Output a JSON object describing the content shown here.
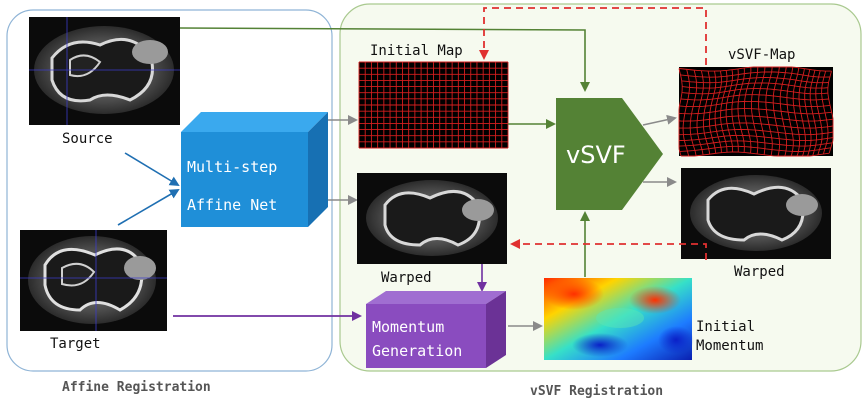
{
  "panels": {
    "affine_title": "Affine Registration",
    "vsvf_title": "vSVF Registration"
  },
  "images": {
    "source": "Source",
    "target": "Target",
    "initial_map": "Initial Map",
    "warped_center": "Warped",
    "vsvf_map": "vSVF-Map",
    "warped_right": "Warped",
    "initial_momentum_1": "Initial",
    "initial_momentum_2": "Momentum"
  },
  "blocks": {
    "affine_net_1": "Multi-step",
    "affine_net_2": "Affine Net",
    "momentum_1": "Momentum",
    "momentum_2": "Generation",
    "vsvf": "vSVF"
  },
  "colors": {
    "affine_panel_border": "#8fb4d6",
    "vsvf_panel_fill": "#f6faef",
    "vsvf_panel_border": "#a9c98f",
    "affine_net_front": "#1f8fd8",
    "affine_net_top": "#3aa9ee",
    "affine_net_side": "#1770b3",
    "momentum_front": "#8a4cbf",
    "momentum_top": "#a06ed1",
    "momentum_side": "#6b3296",
    "vsvf_block": "#548235",
    "arrow_blue": "#1f6fb2",
    "arrow_gray": "#8a8a8a",
    "arrow_green": "#548235",
    "arrow_purple": "#7030a0",
    "arrow_red_dashed": "#e03030",
    "grid_red": "#d41e1e"
  },
  "icons": {
    "affine_net": "3d-block",
    "momentum_generation": "3d-block",
    "vsvf": "pentagon-arrow-block"
  }
}
